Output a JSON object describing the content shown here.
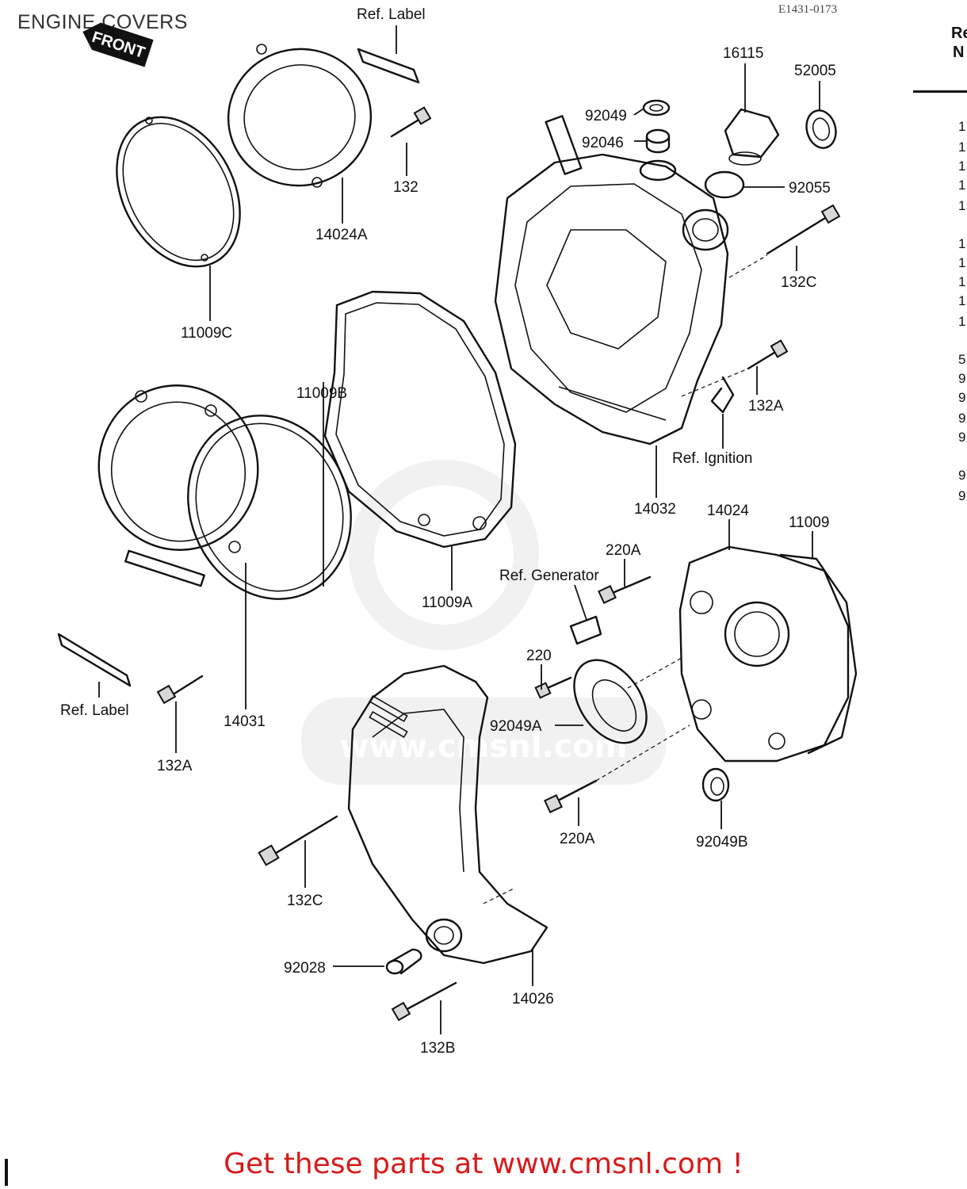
{
  "title": "ENGINE COVERS",
  "figure_code": "E1431-0173",
  "front_badge": "FRONT",
  "watermark": "www.cmsnl.com",
  "call_to_action": "Get these parts at www.cmsnl.com !",
  "right_column": {
    "header_line1": "Re",
    "header_line2": "N",
    "entries": [
      "1",
      "1",
      "1",
      "1",
      "1",
      "1",
      "1",
      "1",
      "1",
      "1",
      "5",
      "9",
      "9",
      "9",
      "9",
      "9",
      "9"
    ]
  },
  "labels": {
    "ref_label_top": "Ref. Label",
    "p132": "132",
    "p14024A": "14024A",
    "p11009C": "11009C",
    "p16115": "16115",
    "p52005": "52005",
    "p92049": "92049",
    "p92046": "92046",
    "p92055": "92055",
    "p132C_top": "132C",
    "p132A_right": "132A",
    "ref_ignition": "Ref. Ignition",
    "p14032": "14032",
    "p14024": "14024",
    "p11009": "11009",
    "p220A_top": "220A",
    "ref_generator": "Ref. Generator",
    "p220": "220",
    "p11009A": "11009A",
    "p11009B": "11009B",
    "p14031": "14031",
    "ref_label_left": "Ref. Label",
    "p132A_left": "132A",
    "p92049A": "92049A",
    "p220A_bottom": "220A",
    "p92049B": "92049B",
    "p132C_bottom": "132C",
    "p92028": "92028",
    "p14026": "14026",
    "p132B": "132B"
  }
}
